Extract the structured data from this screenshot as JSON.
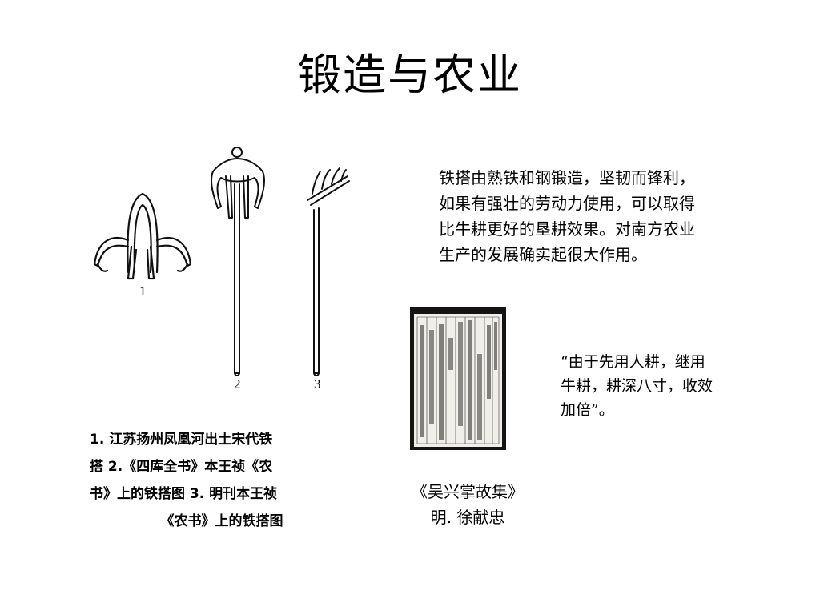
{
  "slide": {
    "title": "锻造与农业"
  },
  "figure": {
    "tool_numbers": [
      "1",
      "2",
      "3"
    ],
    "caption_lines": [
      "1. 江苏扬州凤凰河出土宋代铁",
      "搭  2.《四库全书》本王祯《农",
      "书》上的铁搭图  3. 明刊本王祯",
      "《农书》上的铁搭图"
    ]
  },
  "main_text": {
    "lines": [
      "铁搭由熟铁和钢锻造，坚韧而锋利，",
      "如果有强壮的劳动力使用，可以取得",
      "比牛耕更好的垦耕效果。对南方农业",
      "生产的发展确实起很大作用。"
    ]
  },
  "book": {
    "caption_lines": [
      "《吴兴掌故集》",
      "明. 徐献忠"
    ]
  },
  "quote": {
    "lines": [
      "“由于先用人耕，继用",
      "牛耕，耕深八寸，收效",
      "加倍”。"
    ]
  }
}
